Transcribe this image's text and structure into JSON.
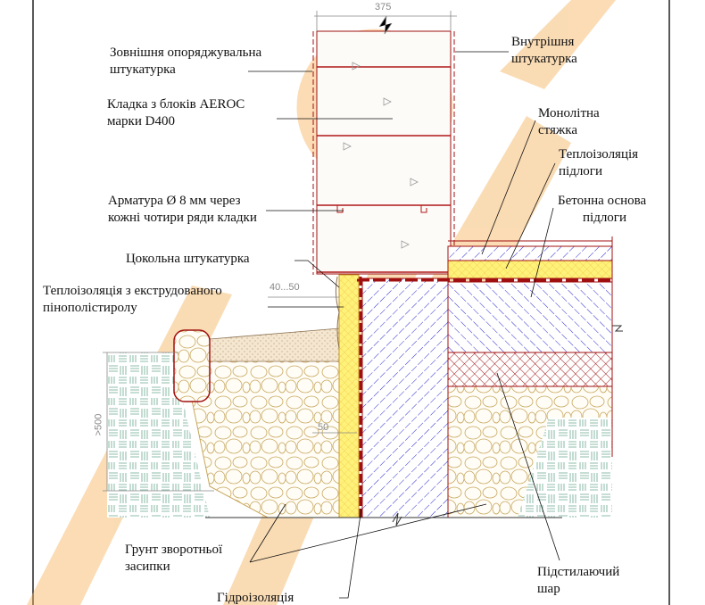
{
  "labels": {
    "outer_plaster": [
      "Зовнішня опоряджувальна",
      "штукатурка"
    ],
    "masonry": [
      "Кладка з блоків AEROC",
      "марки D400"
    ],
    "rebar": [
      "Арматура Ø 8 мм через",
      "кожні чотири ряди кладки"
    ],
    "plinth_plaster": "Цокольна штукатурка",
    "xps": [
      "Теплоізоляція з екструдованого",
      "пінополістиролу"
    ],
    "inner_plaster": [
      "Внутрішня",
      "штукатурка"
    ],
    "screed": [
      "Монолітна",
      "стяжка"
    ],
    "floor_insulation": [
      "Теплоізоляція",
      "підлоги"
    ],
    "concrete_base": [
      "Бетонна основа",
      "підлоги"
    ],
    "backfill": [
      "Грунт зворотньої",
      "засипки"
    ],
    "waterproofing": "Гідроізоляція",
    "underlay": [
      "Підстилаючий",
      "шар"
    ]
  },
  "dimensions": {
    "wall": "375",
    "gap": "40...50",
    "insulation": "50",
    "depth": ">500"
  },
  "colors": {
    "hatch_blue": "#2a2ad0",
    "mortar_red": "#b01818",
    "insulation_yellow": "#fff27a",
    "watermark": "#f6b25a",
    "gravel": "#c8a860",
    "soil": "#6aa890"
  }
}
